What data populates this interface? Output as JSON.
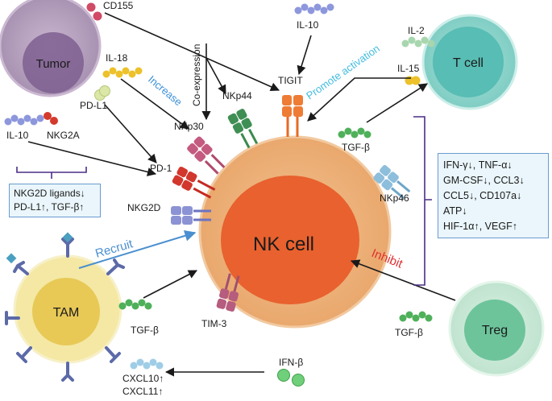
{
  "cells": {
    "tumor": "Tumor",
    "t_cell": "T cell",
    "nk_cell": "NK cell",
    "tam": "TAM",
    "treg": "Treg"
  },
  "molecules": {
    "cd155": "CD155",
    "il18": "IL-18",
    "pd_l1": "PD-L1",
    "il10_left": "IL-10",
    "nkg2a": "NKG2A",
    "il10_top": "IL-10",
    "il2": "IL-2",
    "il15": "IL-15",
    "tgfb_top": "TGF-β",
    "tgfb_tam": "TGF-β",
    "tgfb_treg": "TGF-β",
    "ifnb": "IFN-β",
    "cxcl10": "CXCL10↑",
    "cxcl11": "CXCL11↑"
  },
  "receptors": {
    "tigit": "TIGIT",
    "nkp44": "NKp44",
    "nkp30": "NKp30",
    "pd1": "PD-1",
    "nkg2d": "NKG2D",
    "nkp46": "NKp46",
    "tim3": "TIM-3"
  },
  "annotations": {
    "increase": "Increase",
    "coexpression": "Co-expression",
    "promote_activation": "Promote activation",
    "recruit": "Recruit",
    "inhibit": "Inhibit"
  },
  "left_box": [
    "NKG2D ligands↓",
    "PD-L1↑, TGF-β↑"
  ],
  "right_box": [
    "IFN-γ↓, TNF-α↓",
    "GM-CSF↓, CCL3↓",
    "CCL5↓, CD107a↓",
    "ATP↓",
    "HIF-1α↑, VEGF↑"
  ],
  "colors": {
    "tumor": "#9c82a8",
    "t_cell": "#7fcdc4",
    "nk_cell": "#e9a86d",
    "tam": "#f2e08a",
    "treg": "#bfe3cf",
    "recruit": "#4a8fd0",
    "inhibit": "#e03030",
    "increase": "#3a8fd8",
    "promote_activation": "#44bde0",
    "bracket": "#4a2d86"
  }
}
